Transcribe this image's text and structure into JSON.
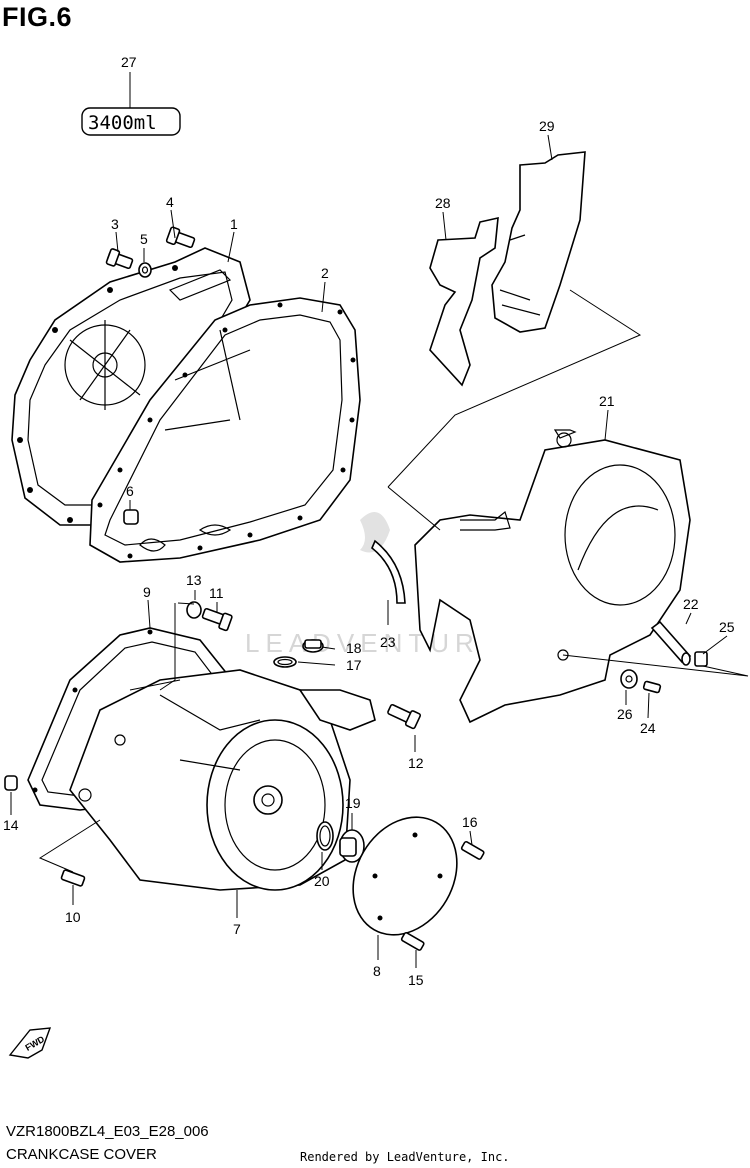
{
  "figure": {
    "title": "FIG.6",
    "model_code": "VZR1800BZL4_E03_E28_006",
    "diagram_name": "CRANKCASE COVER",
    "credit": "Rendered by LeadVenture, Inc.",
    "watermark": "LEADVENTURE"
  },
  "bond_box": {
    "text": "3400ml"
  },
  "forward_arrow": {
    "text": "FWD"
  },
  "callouts": [
    "1",
    "2",
    "3",
    "4",
    "5",
    "6",
    "7",
    "8",
    "9",
    "10",
    "11",
    "12",
    "13",
    "14",
    "15",
    "16",
    "17",
    "18",
    "19",
    "20",
    "21",
    "22",
    "23",
    "24",
    "25",
    "26",
    "27",
    "28",
    "29"
  ]
}
